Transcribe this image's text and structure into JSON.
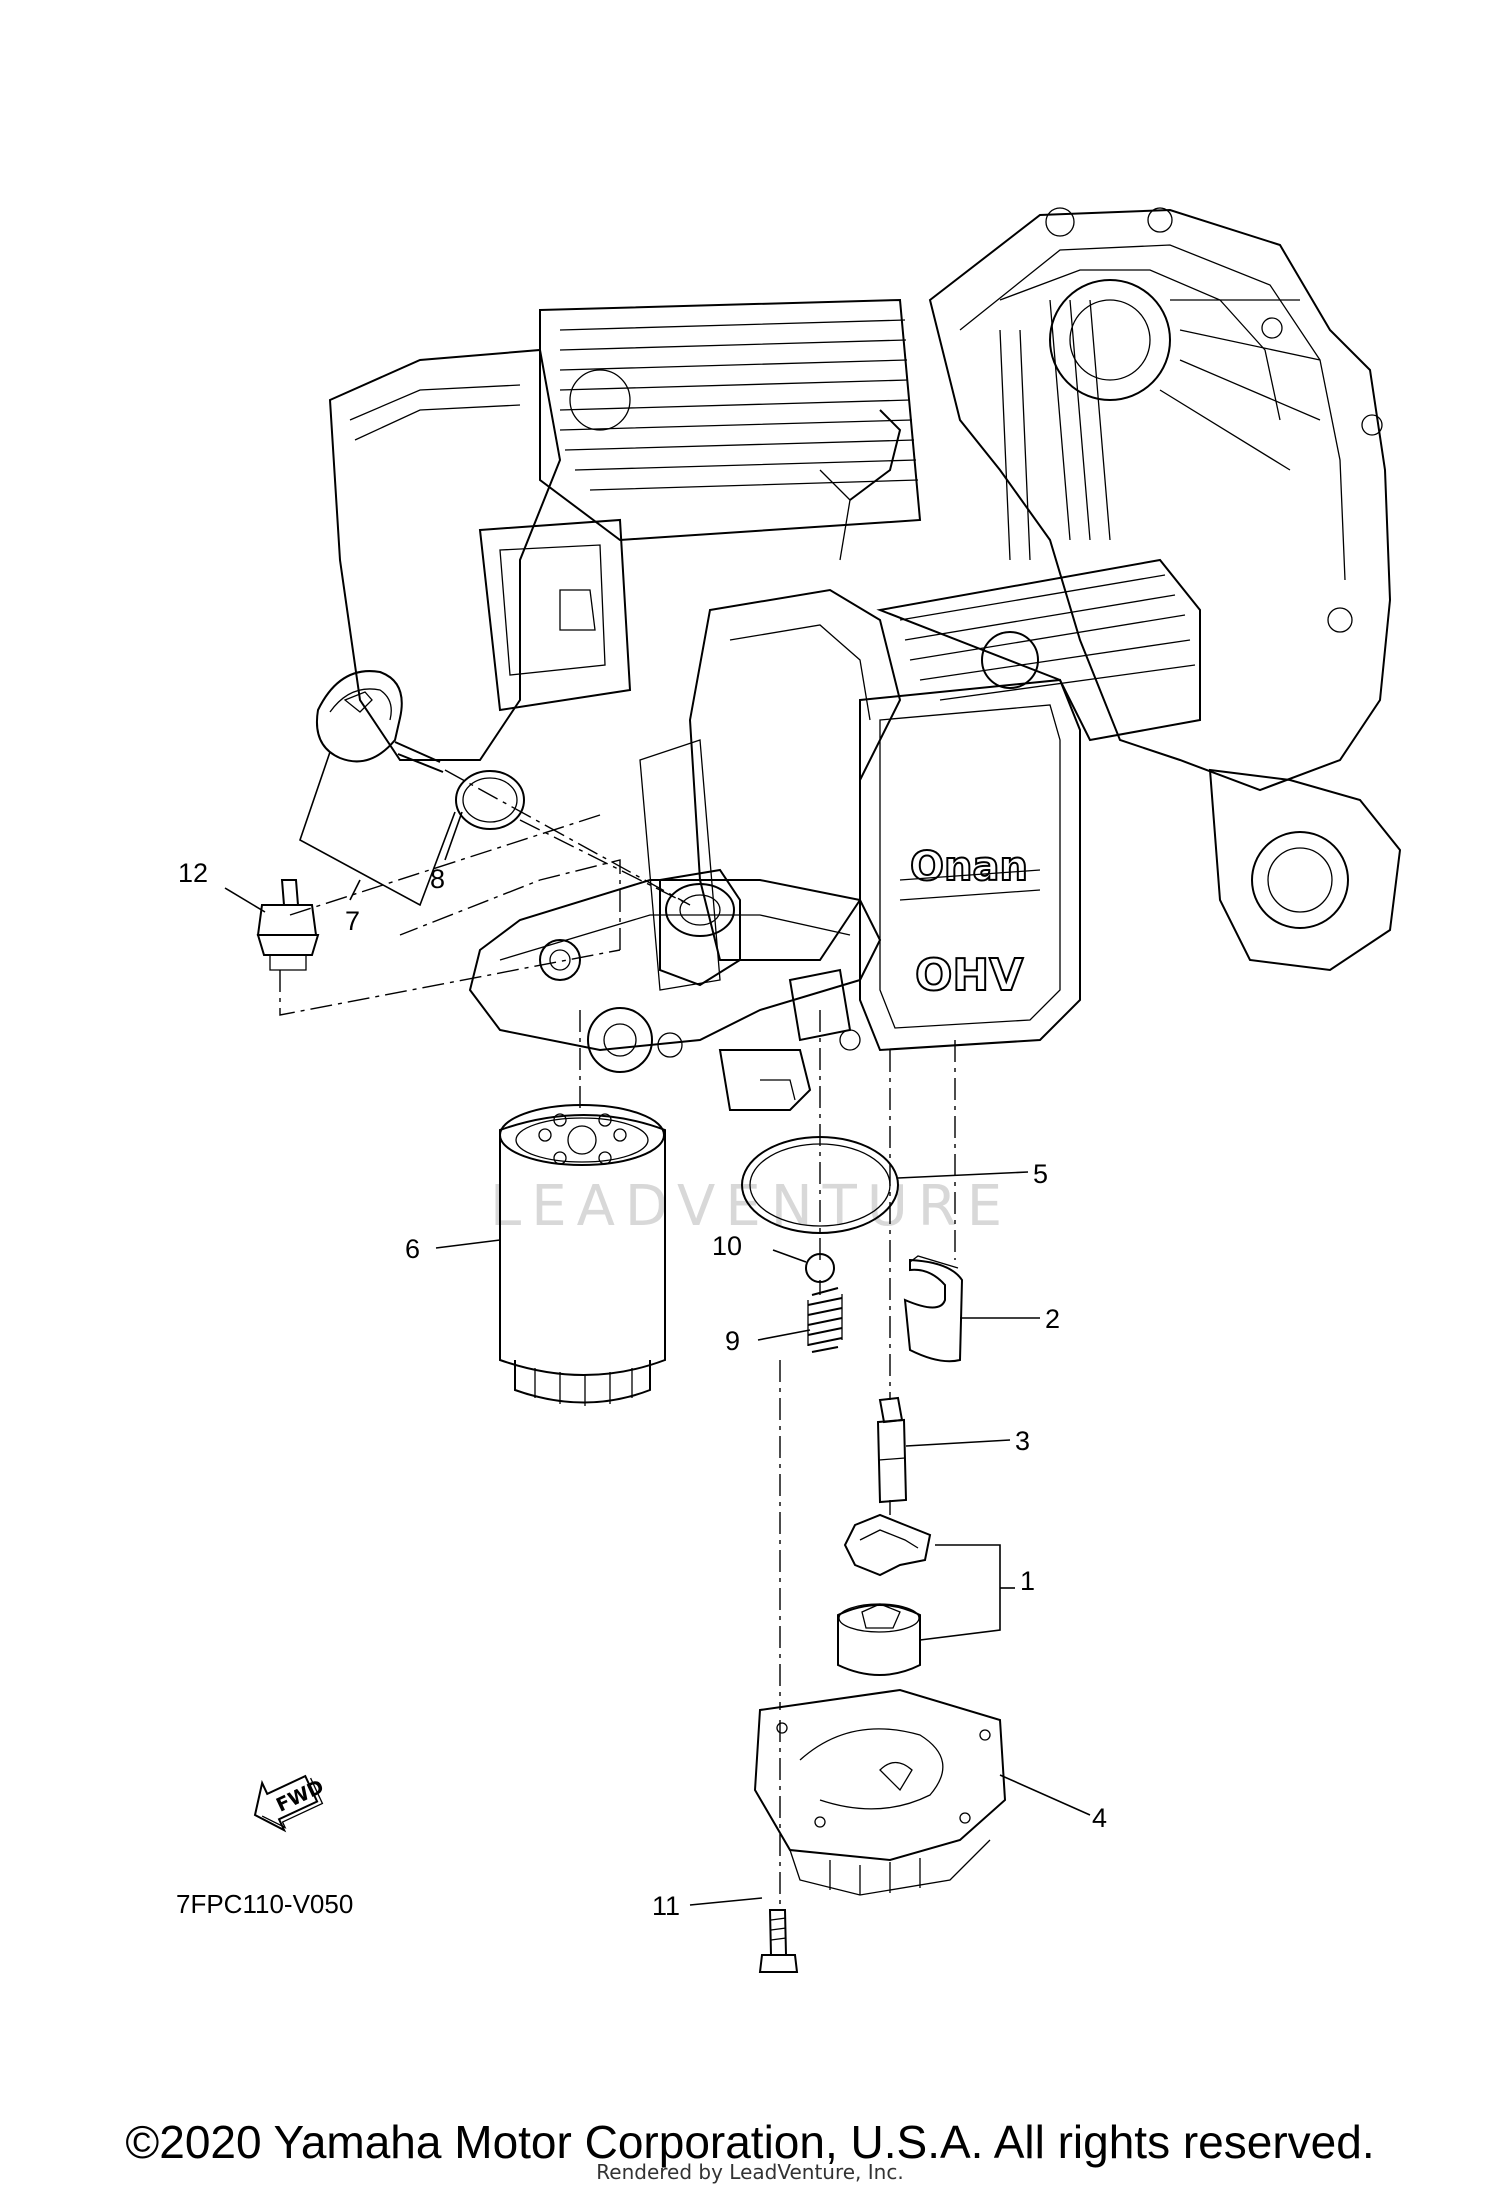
{
  "diagram": {
    "code": "7FPC110-V050",
    "fwd_label": "FWD",
    "watermark": "LEADVENTURE",
    "engine_marks": {
      "brand": "Onan",
      "model": "OHV"
    },
    "callouts": [
      {
        "id": "1",
        "label": "1"
      },
      {
        "id": "2",
        "label": "2"
      },
      {
        "id": "3",
        "label": "3"
      },
      {
        "id": "4",
        "label": "4"
      },
      {
        "id": "5",
        "label": "5"
      },
      {
        "id": "6",
        "label": "6"
      },
      {
        "id": "7",
        "label": "7"
      },
      {
        "id": "8",
        "label": "8"
      },
      {
        "id": "9",
        "label": "9"
      },
      {
        "id": "10",
        "label": "10"
      },
      {
        "id": "11",
        "label": "11"
      },
      {
        "id": "12",
        "label": "12"
      }
    ]
  },
  "footer": {
    "copyright": "©2020 Yamaha Motor Corporation, U.S.A. All rights reserved.",
    "rendered_by": "Rendered by LeadVenture, Inc."
  }
}
